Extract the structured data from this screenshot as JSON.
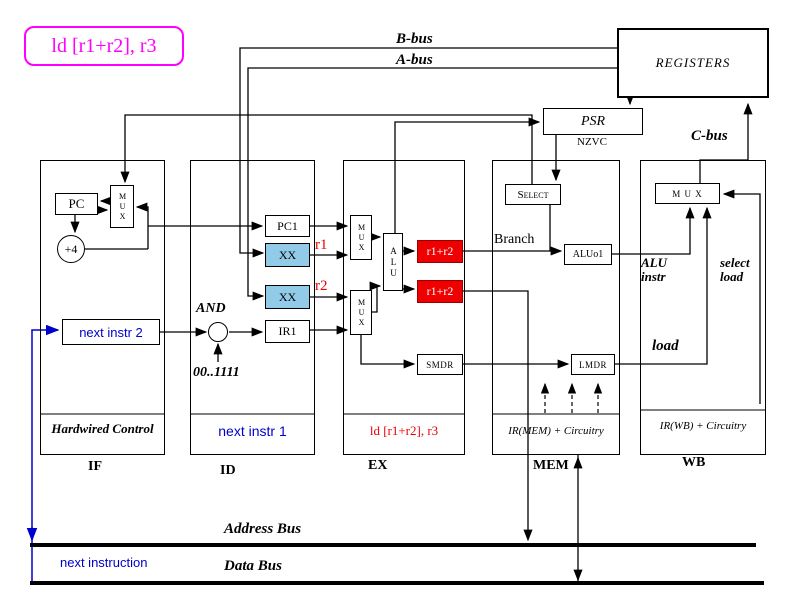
{
  "instruction_box": {
    "label": "ld [r1+r2], r3"
  },
  "registers": {
    "label": "REGISTERS"
  },
  "psr": {
    "label": "PSR",
    "flags": "NZVC"
  },
  "buses": {
    "b_bus": "B-bus",
    "a_bus": "A-bus",
    "c_bus": "C-bus",
    "address_bus": "Address Bus",
    "data_bus": "Data Bus",
    "next_instruction": "next instruction"
  },
  "stages": {
    "if": {
      "name": "IF",
      "bottom_label": "Hardwired Control",
      "pc": "PC",
      "mux": "MUX",
      "plus4": "+4",
      "next_instr2": "next instr 2"
    },
    "id": {
      "name": "ID",
      "bottom_label": "next instr 1",
      "pc1": "PC1",
      "xx1": "XX",
      "xx2": "XX",
      "ir1": "IR1",
      "and": "AND",
      "mask": "00..1111",
      "r1": "r1",
      "r2": "r2"
    },
    "ex": {
      "name": "EX",
      "bottom_label": "ld [r1+r2], r3",
      "mux1": "MUX",
      "mux2": "MUX",
      "alu": "ALU",
      "result1": "r1+r2",
      "result2": "r1+r2",
      "smdr": "SMDR"
    },
    "mem": {
      "name": "MEM",
      "bottom_label": "IR(MEM) + Circuitry",
      "select": "Select",
      "branch": "Branch",
      "aluo1": "ALUo1",
      "lmdr": "LMDR"
    },
    "wb": {
      "name": "WB",
      "bottom_label": "IR(WB) + Circuitry",
      "mux": "M U X",
      "alu_instr_line1": "ALU",
      "alu_instr_line2": "instr",
      "select_load_line1": "select",
      "select_load_line2": "load",
      "load": "load"
    }
  },
  "colors": {
    "magenta": "#ff00ff",
    "blue": "#0000cc",
    "red": "#ee0000",
    "light_blue": "#92cbe8"
  }
}
